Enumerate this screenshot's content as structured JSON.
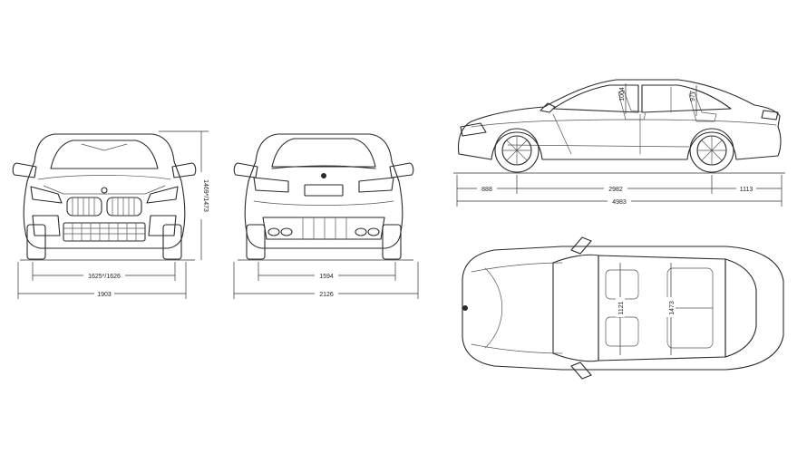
{
  "front_view": {
    "track_dimension": "1625*/1626",
    "width_dimension": "1903",
    "height_dimension": "1469*/1473"
  },
  "rear_view": {
    "track_dimension": "1594",
    "width_mirrors_dimension": "2126"
  },
  "side_view": {
    "front_overhang": "888",
    "wheelbase": "2982",
    "rear_overhang": "1113",
    "length": "4983",
    "front_headroom": "1004",
    "rear_headroom": "977"
  },
  "top_view": {
    "front_shoulder": "1121",
    "rear_shoulder": "1473"
  },
  "colors": {
    "line": "#2a2a2a",
    "background": "#ffffff"
  }
}
